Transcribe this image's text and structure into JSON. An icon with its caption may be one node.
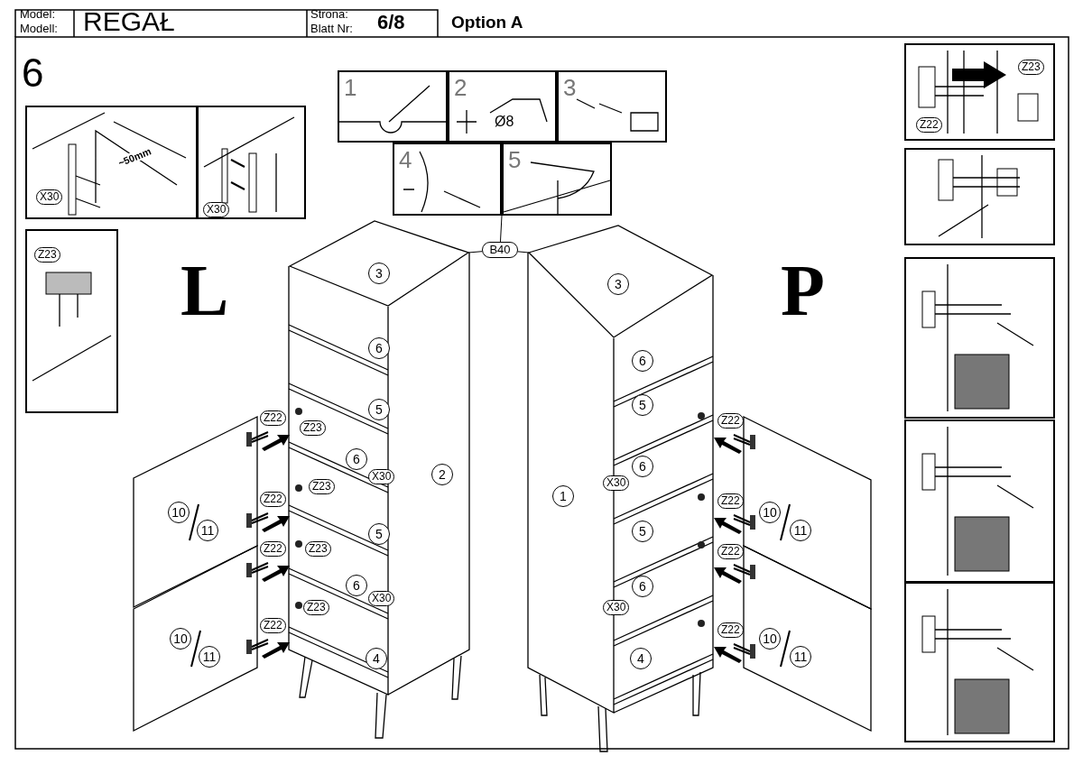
{
  "diagram": {
    "nodes": [
      {
        "text": [
          "1"
        ]
      },
      {
        "text": [
          "2",
          "Ø8"
        ]
      },
      {
        "text": [
          "3"
        ]
      },
      {
        "text": [
          "4"
        ]
      },
      {
        "text": [
          "5"
        ]
      },
      {
        "text": [
          "B40"
        ]
      },
      {
        "text": [
          "3"
        ]
      },
      {
        "text": [
          "3"
        ]
      }
    ],
    "edges": [
      {
        "from": 5,
        "to": 4,
        "arrow": "none"
      },
      {
        "from": 5,
        "to": 6,
        "arrow": "none"
      },
      {
        "from": 5,
        "to": 7,
        "arrow": "none"
      }
    ],
    "labels": [
      "Model:",
      "Modell:",
      "REGAŁ",
      "Strona:",
      "Blatt Nr:",
      "6/8",
      "Option A",
      "6",
      "~50mm",
      "X30",
      "X30",
      "Z23",
      "Z22",
      "Z23",
      "L",
      "P",
      "6",
      "5",
      "Z22",
      "Z23",
      "6",
      "X30",
      "2",
      "10",
      "11",
      "Z22",
      "Z23",
      "5",
      "Z22",
      "Z23",
      "6",
      "X30",
      "Z23",
      "Z22",
      "10",
      "11",
      "4",
      "6",
      "5",
      "Z22",
      "1",
      "6",
      "X30",
      "10",
      "11",
      "Z22",
      "5",
      "Z22",
      "6",
      "X30",
      "Z22",
      "4",
      "10",
      "11"
    ]
  }
}
